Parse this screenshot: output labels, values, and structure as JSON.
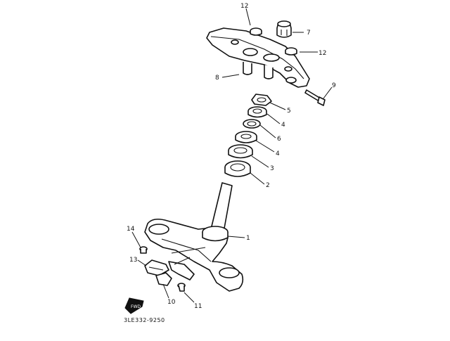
{
  "diagram": {
    "part_code": "3LE332-9250",
    "front_badge": "FWD",
    "callouts": [
      "12",
      "7",
      "12",
      "8",
      "9",
      "5",
      "4",
      "6",
      "4",
      "3",
      "2",
      "1",
      "14",
      "13",
      "10",
      "11"
    ]
  }
}
